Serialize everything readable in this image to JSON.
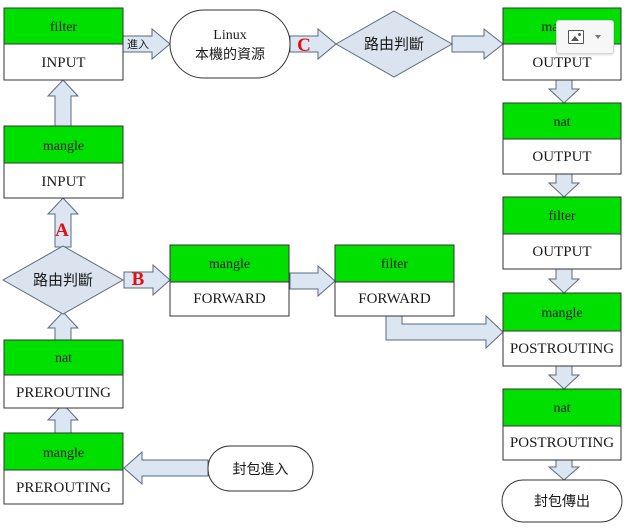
{
  "boxes": [
    {
      "id": "filter-input",
      "table": "filter",
      "chain": "INPUT"
    },
    {
      "id": "mangle-input",
      "table": "mangle",
      "chain": "INPUT"
    },
    {
      "id": "nat-prerouting",
      "table": "nat",
      "chain": "PREROUTING"
    },
    {
      "id": "mangle-prerouting",
      "table": "mangle",
      "chain": "PREROUTING"
    },
    {
      "id": "mangle-forward",
      "table": "mangle",
      "chain": "FORWARD"
    },
    {
      "id": "filter-forward",
      "table": "filter",
      "chain": "FORWARD"
    },
    {
      "id": "mangle-output",
      "table": "mangle",
      "chain": "OUTPUT"
    },
    {
      "id": "nat-output",
      "table": "nat",
      "chain": "OUTPUT"
    },
    {
      "id": "filter-output",
      "table": "filter",
      "chain": "OUTPUT"
    },
    {
      "id": "mangle-postrouting",
      "table": "mangle",
      "chain": "POSTROUTING"
    },
    {
      "id": "nat-postrouting",
      "table": "nat",
      "chain": "POSTROUTING"
    }
  ],
  "nodes": {
    "linux_resource_line1": "Linux",
    "linux_resource_line2": "本機的資源",
    "packet_in": "封包進入",
    "packet_out": "封包傳出",
    "routing_decision_left": "路由判斷",
    "routing_decision_top": "路由判斷"
  },
  "labels": {
    "path_a": "A",
    "path_b": "B",
    "path_c": "C",
    "enter": "進入"
  },
  "colors": {
    "table_fill": "#00e000",
    "box_border": "#333333",
    "arrow_fill": "#dce6f2",
    "arrow_stroke": "#5a6a80",
    "diamond_fill": "#dbe3ee",
    "letter_color": "#e01010"
  },
  "toolbar": {
    "icon": "image-icon",
    "dropdown": "chevron-down-icon"
  }
}
